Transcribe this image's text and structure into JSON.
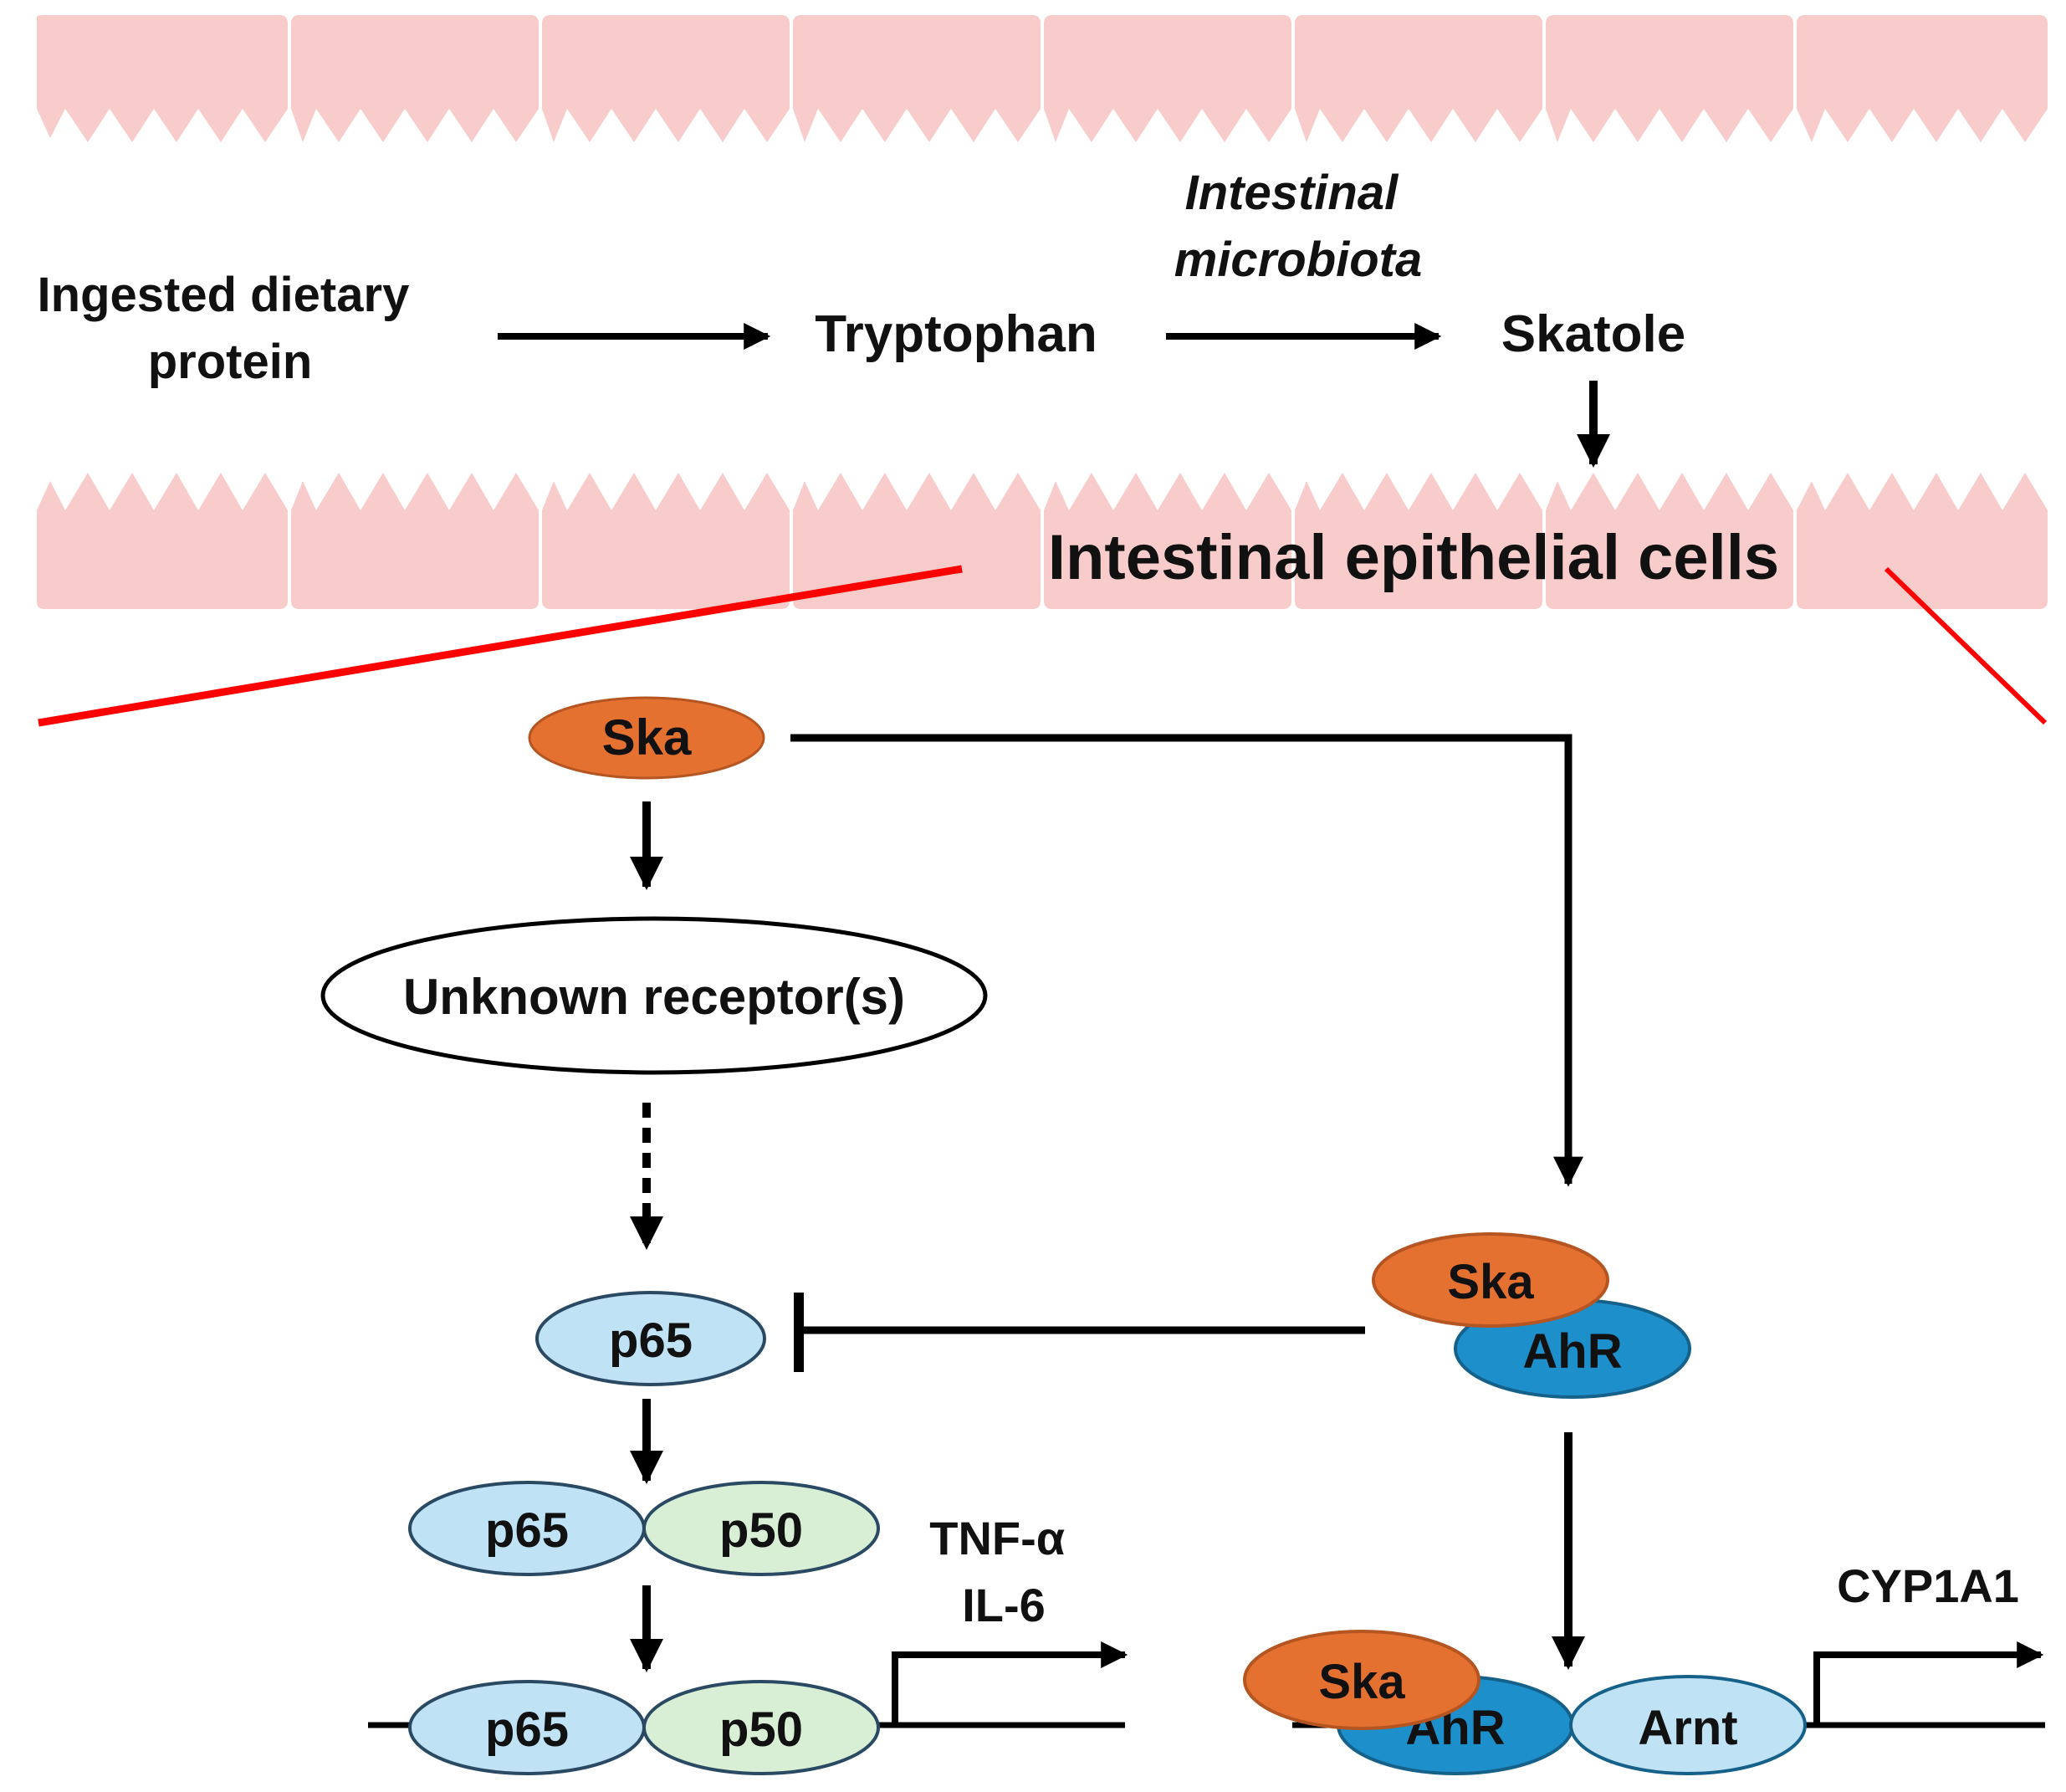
{
  "pathway": {
    "dietary_protein": [
      "Ingested dietary",
      "protein"
    ],
    "tryptophan": "Tryptophan",
    "microbiota": [
      "Intestinal",
      "microbiota"
    ],
    "skatole": "Skatole",
    "epithelial_cells": "Intestinal epithelial cells"
  },
  "cell": {
    "ska_top": "Ska",
    "unknown_receptor": "Unknown receptor(s)",
    "p65_single": "p65",
    "p65_dimer": "p65",
    "p50_dimer": "p50",
    "p65_dna": "p65",
    "p50_dna": "p50",
    "target_genes_nfkb": [
      "TNF-α",
      "IL-6"
    ],
    "ska_ahr_complex": "Ska",
    "ahr_complex": "AhR",
    "ska_dna": "Ska",
    "ahr_dna": "AhR",
    "arnt_dna": "Arnt",
    "target_gene_ahr": "CYP1A1"
  },
  "colors": {
    "epithelium": "#f9cccc",
    "ska": "#e57131",
    "ahr": "#1d8fca",
    "p65": "#bfe2f5",
    "p50": "#d8efd6",
    "zoom_line": "#ff0000",
    "outline": "#2a4a63"
  }
}
